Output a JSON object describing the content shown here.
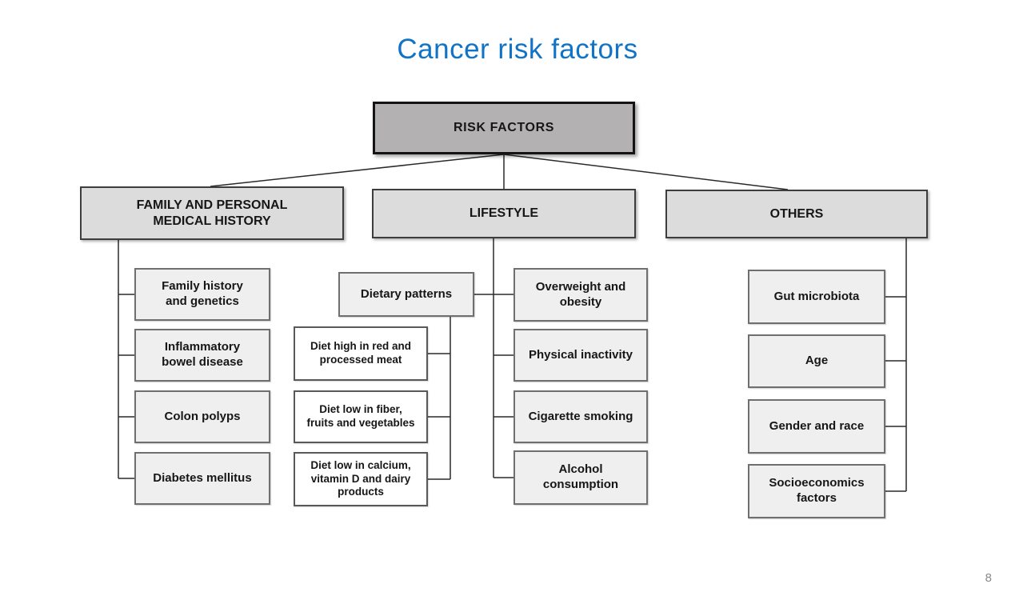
{
  "slide": {
    "title": "Cancer risk factors",
    "page_number": "8"
  },
  "colors": {
    "title_blue": "#1173c5",
    "root_fill": "#b3b1b1",
    "branch_fill": "#dcdcdc",
    "leaf_fill": "#efefef",
    "sub_fill": "#ffffff",
    "line": "#2a2a2a"
  },
  "tree": {
    "root": {
      "label": "RISK FACTORS"
    },
    "branches": [
      {
        "label": "FAMILY AND PERSONAL\nMEDICAL HISTORY",
        "children": [
          "Family history\nand genetics",
          "Inflammatory\nbowel disease",
          "Colon polyps",
          "Diabetes mellitus"
        ]
      },
      {
        "label": "LIFESTYLE",
        "dietary": {
          "label": "Dietary patterns",
          "children": [
            "Diet high in red and\nprocessed meat",
            "Diet low in fiber,\nfruits and vegetables",
            "Diet low in calcium,\nvitamin D and dairy\nproducts"
          ]
        },
        "children": [
          "Overweight and\nobesity",
          "Physical inactivity",
          "Cigarette smoking",
          "Alcohol\nconsumption"
        ]
      },
      {
        "label": "OTHERS",
        "children": [
          "Gut microbiota",
          "Age",
          "Gender and race",
          "Socioeconomics\nfactors"
        ]
      }
    ]
  }
}
